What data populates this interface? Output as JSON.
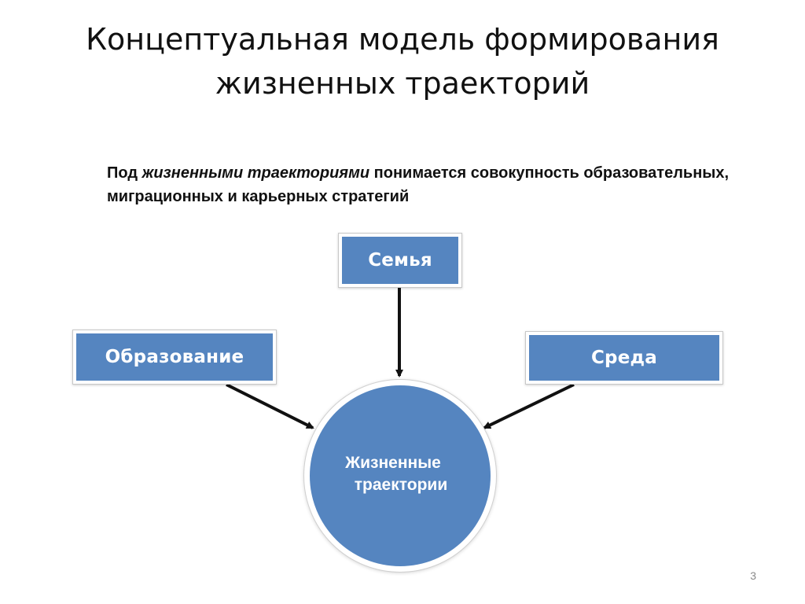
{
  "slide": {
    "title": "Концептуальная модель формирования жизненных траекторий",
    "definition": {
      "prefix": "Под ",
      "emphasis": "жизненными траекториями",
      "suffix": " понимается совокупность образовательных, миграционных и карьерных стратегий"
    },
    "page_number": "3"
  },
  "diagram": {
    "factors": {
      "family": "Семья",
      "education": "Образование",
      "environment": "Среда"
    },
    "center": {
      "line1": "Жизненные",
      "line2": "траектории"
    },
    "colors": {
      "box_fill": "#5585c0",
      "circle_fill": "#5585c0",
      "arrow": "#111111",
      "text_on_fill": "#ffffff"
    }
  }
}
